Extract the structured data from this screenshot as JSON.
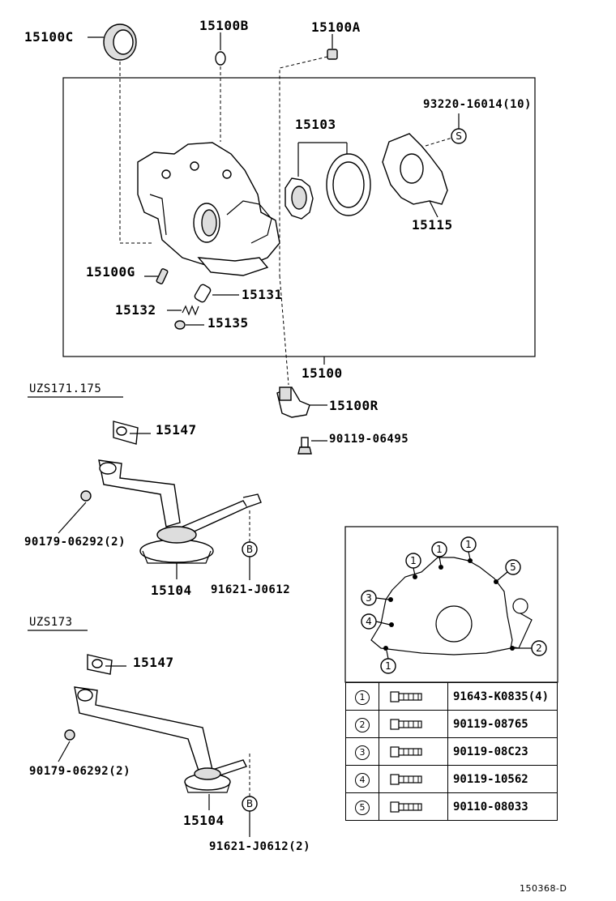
{
  "labels": {
    "p15100C": "15100C",
    "p15100B": "15100B",
    "p15100A": "15100A",
    "p93220": "93220-16014(10)",
    "p15103": "15103",
    "p15115": "15115",
    "p15100G": "15100G",
    "p15131": "15131",
    "p15132": "15132",
    "p15135": "15135",
    "p15100": "15100",
    "p15100R": "15100R",
    "p90119_06495": "90119-06495",
    "p15147_a": "15147",
    "p90179_a": "90179-06292(2)",
    "p15104_a": "15104",
    "p91621_a": "91621-J0612",
    "p15147_b": "15147",
    "p90179_b": "90179-06292(2)",
    "p15104_b": "15104",
    "p91621_b": "91621-J0612(2)",
    "footer": "150368-D"
  },
  "variants": {
    "a": "UZS171.175",
    "b": "UZS173"
  },
  "markers": {
    "S": "S",
    "B1": "B",
    "B2": "B"
  },
  "detail_callouts": [
    "1",
    "1",
    "1",
    "5",
    "3",
    "4",
    "2",
    "1"
  ],
  "bolt_table": [
    {
      "num": "1",
      "part": "91643-K0835(4)"
    },
    {
      "num": "2",
      "part": "90119-08765"
    },
    {
      "num": "3",
      "part": "90119-08C23"
    },
    {
      "num": "4",
      "part": "90119-10562"
    },
    {
      "num": "5",
      "part": "90110-08033"
    }
  ]
}
